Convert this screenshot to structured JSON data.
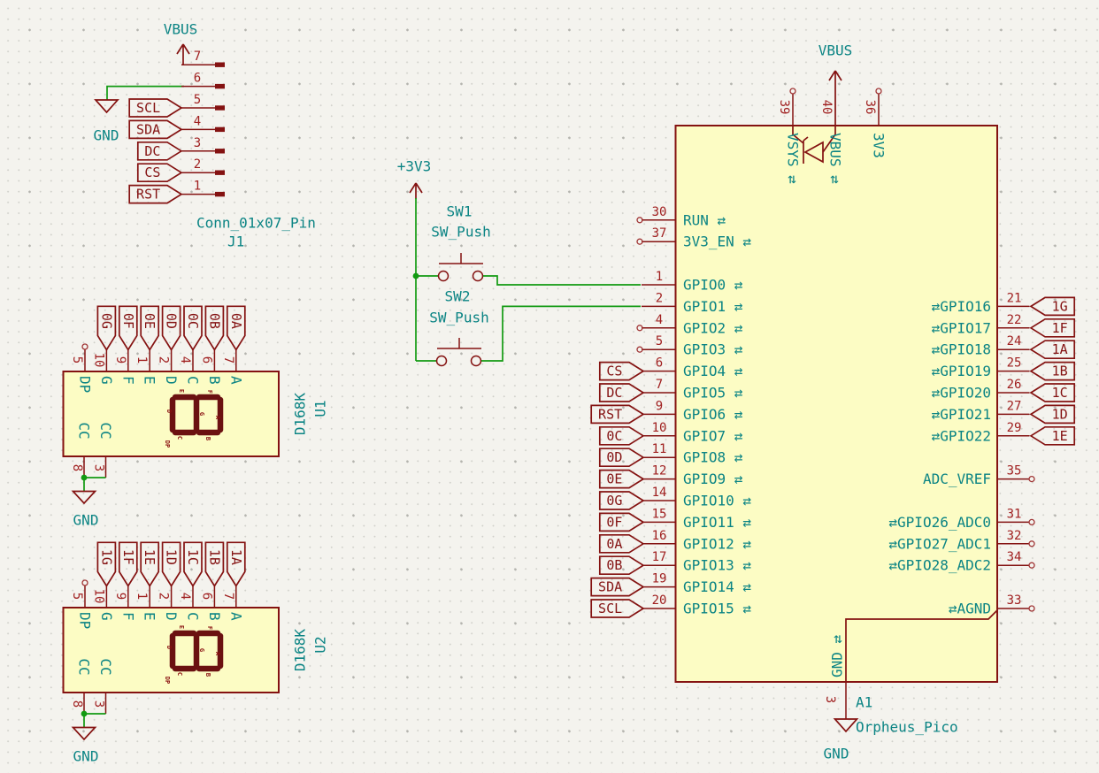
{
  "colors": {
    "background": "#f4f3ee",
    "component_fill": "#fcfcc4",
    "component_outline": "#841211",
    "pin_number": "#a02020",
    "text_teal": "#0b8484",
    "label_text": "#841212",
    "wire_green": "#129a12"
  },
  "j1": {
    "reference": "J1",
    "value": "Conn_01x07_Pin",
    "power_label": "VBUS",
    "gnd_label": "GND",
    "pins": [
      {
        "number": "7"
      },
      {
        "number": "6"
      },
      {
        "number": "5",
        "label": "SCL"
      },
      {
        "number": "4",
        "label": "SDA"
      },
      {
        "number": "3",
        "label": "DC"
      },
      {
        "number": "2",
        "label": "CS"
      },
      {
        "number": "1",
        "label": "RST"
      }
    ]
  },
  "u1": {
    "reference": "U1",
    "value": "D168K",
    "gnd_label": "GND",
    "top_pins": [
      {
        "number": "5",
        "name": "DP",
        "unconnected": true
      },
      {
        "number": "10",
        "name": "G",
        "label": "0G"
      },
      {
        "number": "9",
        "name": "F",
        "label": "0F"
      },
      {
        "number": "1",
        "name": "E",
        "label": "0E"
      },
      {
        "number": "2",
        "name": "D",
        "label": "0D"
      },
      {
        "number": "4",
        "name": "C",
        "label": "0C"
      },
      {
        "number": "6",
        "name": "B",
        "label": "0B"
      },
      {
        "number": "7",
        "name": "A",
        "label": "0A"
      }
    ],
    "bottom_pins": [
      {
        "number": "8",
        "name": "CC"
      },
      {
        "number": "3",
        "name": "CC"
      }
    ],
    "segment_labels": [
      "E",
      "F",
      "D",
      "G",
      "A",
      "C",
      "B",
      "DP"
    ]
  },
  "u2": {
    "reference": "U2",
    "value": "D168K",
    "gnd_label": "GND",
    "top_pins": [
      {
        "number": "5",
        "name": "DP",
        "unconnected": true
      },
      {
        "number": "10",
        "name": "G",
        "label": "1G"
      },
      {
        "number": "9",
        "name": "F",
        "label": "1F"
      },
      {
        "number": "1",
        "name": "E",
        "label": "1E"
      },
      {
        "number": "2",
        "name": "D",
        "label": "1D"
      },
      {
        "number": "4",
        "name": "C",
        "label": "1C"
      },
      {
        "number": "6",
        "name": "B",
        "label": "1B"
      },
      {
        "number": "7",
        "name": "A",
        "label": "1A"
      }
    ],
    "bottom_pins": [
      {
        "number": "8",
        "name": "CC"
      },
      {
        "number": "3",
        "name": "CC"
      }
    ],
    "segment_labels": [
      "E",
      "F",
      "D",
      "G",
      "A",
      "C",
      "B",
      "DP"
    ]
  },
  "switches": {
    "power_label": "+3V3",
    "sw1": {
      "reference": "SW1",
      "value": "SW_Push"
    },
    "sw2": {
      "reference": "SW2",
      "value": "SW_Push"
    }
  },
  "ic": {
    "reference": "A1",
    "value": "Orpheus_Pico",
    "power_label": "VBUS",
    "gnd_label": "GND",
    "top_pins": [
      {
        "number": "39",
        "name": "VSYS",
        "alt": true,
        "unconnected": true
      },
      {
        "number": "40",
        "name": "VBUS",
        "alt": true,
        "power": true
      },
      {
        "number": "36",
        "name": "3V3",
        "alt": false,
        "unconnected": true
      }
    ],
    "left_pins": [
      {
        "number": "30",
        "name": "RUN",
        "alt": true,
        "unconnected": true
      },
      {
        "number": "37",
        "name": "3V3_EN",
        "alt": true,
        "unconnected": true
      },
      {
        "number": "1",
        "name": "GPIO0",
        "alt": true
      },
      {
        "number": "2",
        "name": "GPIO1",
        "alt": true
      },
      {
        "number": "4",
        "name": "GPIO2",
        "alt": true,
        "unconnected": true
      },
      {
        "number": "5",
        "name": "GPIO3",
        "alt": true,
        "unconnected": true
      },
      {
        "number": "6",
        "name": "GPIO4",
        "alt": true,
        "label": "CS"
      },
      {
        "number": "7",
        "name": "GPIO5",
        "alt": true,
        "label": "DC"
      },
      {
        "number": "9",
        "name": "GPIO6",
        "alt": true,
        "label": "RST"
      },
      {
        "number": "10",
        "name": "GPIO7",
        "alt": true,
        "label": "0C"
      },
      {
        "number": "11",
        "name": "GPIO8",
        "alt": true,
        "label": "0D"
      },
      {
        "number": "12",
        "name": "GPIO9",
        "alt": true,
        "label": "0E"
      },
      {
        "number": "14",
        "name": "GPIO10",
        "alt": true,
        "label": "0G"
      },
      {
        "number": "15",
        "name": "GPIO11",
        "alt": true,
        "label": "0F"
      },
      {
        "number": "16",
        "name": "GPIO12",
        "alt": true,
        "label": "0A"
      },
      {
        "number": "17",
        "name": "GPIO13",
        "alt": true,
        "label": "0B"
      },
      {
        "number": "19",
        "name": "GPIO14",
        "alt": true,
        "label": "SDA"
      },
      {
        "number": "20",
        "name": "GPIO15",
        "alt": true,
        "label": "SCL"
      }
    ],
    "right_pins": [
      {
        "number": "21",
        "name": "GPIO16",
        "alt": true,
        "label": "1G"
      },
      {
        "number": "22",
        "name": "GPIO17",
        "alt": true,
        "label": "1F"
      },
      {
        "number": "24",
        "name": "GPIO18",
        "alt": true,
        "label": "1A"
      },
      {
        "number": "25",
        "name": "GPIO19",
        "alt": true,
        "label": "1B"
      },
      {
        "number": "26",
        "name": "GPIO20",
        "alt": true,
        "label": "1C"
      },
      {
        "number": "27",
        "name": "GPIO21",
        "alt": true,
        "label": "1D"
      },
      {
        "number": "29",
        "name": "GPIO22",
        "alt": true,
        "label": "1E"
      },
      {
        "number": "35",
        "name": "ADC_VREF",
        "alt": false,
        "unconnected": true
      },
      {
        "number": "31",
        "name": "GPIO26_ADC0",
        "alt": true,
        "unconnected": true
      },
      {
        "number": "32",
        "name": "GPIO27_ADC1",
        "alt": true,
        "unconnected": true
      },
      {
        "number": "34",
        "name": "GPIO28_ADC2",
        "alt": true,
        "unconnected": true
      },
      {
        "number": "33",
        "name": "AGND",
        "alt": true,
        "unconnected": true
      }
    ],
    "bottom_pin": {
      "number": "3",
      "name": "GND",
      "alt": true
    }
  }
}
